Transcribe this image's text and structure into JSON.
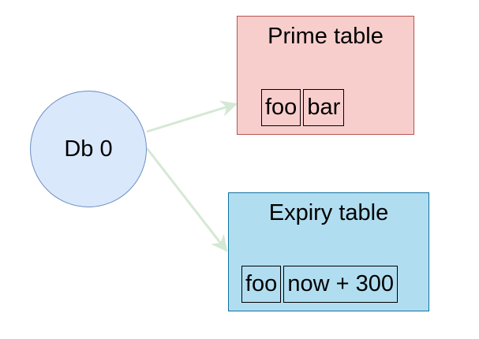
{
  "diagram": {
    "db_node": {
      "label": "Db 0"
    },
    "prime_table": {
      "title": "Prime table",
      "cells": [
        "foo",
        "bar"
      ]
    },
    "expiry_table": {
      "title": "Expiry table",
      "cells": [
        "foo",
        "now + 300"
      ]
    },
    "colors": {
      "db_fill": "#dae8fc",
      "db_stroke": "#6c8ebf",
      "prime_fill": "#f8cecc",
      "prime_stroke": "#b85450",
      "expiry_fill": "#b1ddf0",
      "expiry_stroke": "#10739e",
      "arrow": "#d5e8d4"
    }
  }
}
